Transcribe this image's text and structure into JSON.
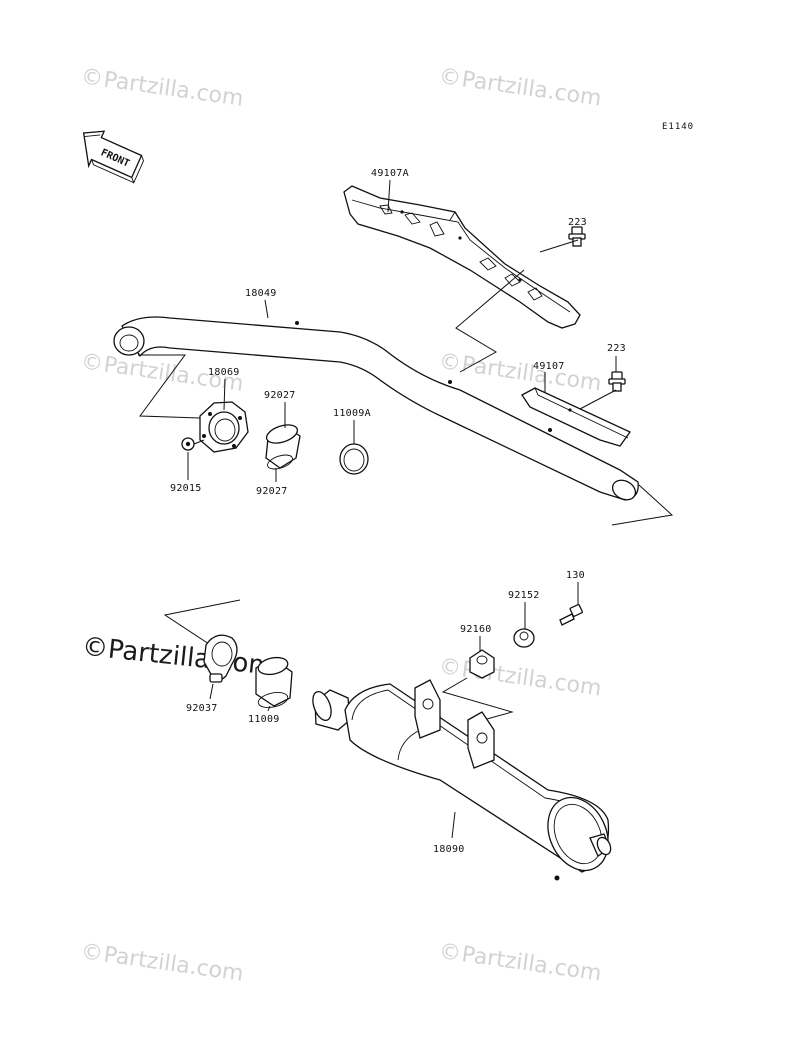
{
  "diagram": {
    "reference_code": "E1140",
    "front_arrow_text": "FRONT",
    "watermark_text": "Partzilla.com",
    "watermark_symbol": "©",
    "parts": {
      "p49107A": "49107A",
      "p223a": "223",
      "p18049": "18049",
      "p223b": "223",
      "p49107": "49107",
      "p18069": "18069",
      "p92027a": "92027",
      "p11009A": "11009A",
      "p92015": "92015",
      "p92027b": "92027",
      "p130": "130",
      "p92152": "92152",
      "p92160": "92160",
      "p92037": "92037",
      "p11009": "11009",
      "p18090": "18090"
    }
  }
}
